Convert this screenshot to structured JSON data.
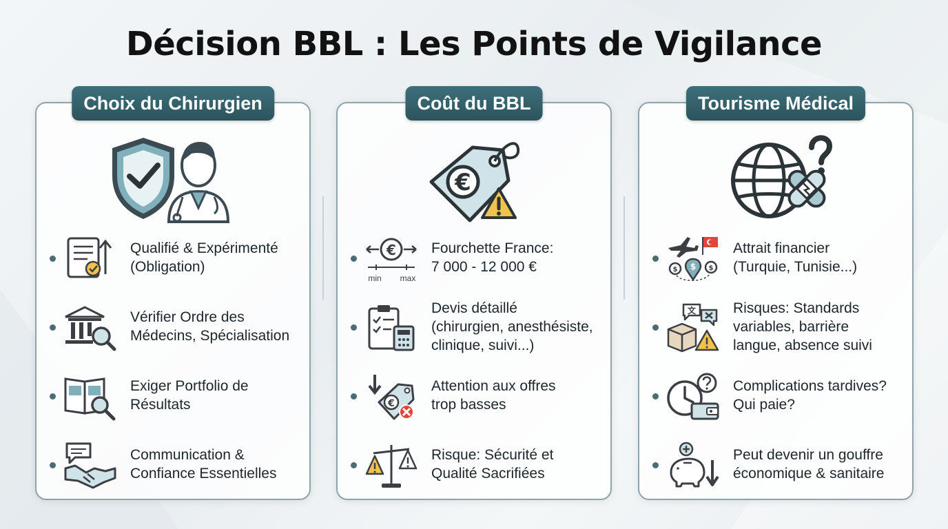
{
  "title": "Décision BBL : Les Points de Vigilance",
  "colors": {
    "header": "#2f5c66",
    "icon_stroke": "#3b3f44",
    "teal": "#7fb0bb",
    "warning": "#f2c24e",
    "danger": "#e2453a"
  },
  "columns": [
    {
      "heading": "Choix du Chirurgien",
      "hero_icons": [
        "shield-check-icon",
        "doctor-icon"
      ],
      "items": [
        {
          "icon": "certificate-icon",
          "lines": [
            "Qualifié & Expérimenté",
            "(Obligation)"
          ]
        },
        {
          "icon": "institution-search-icon",
          "lines": [
            "Vérifier Ordre des",
            "Médecins, Spécialisation"
          ]
        },
        {
          "icon": "portfolio-search-icon",
          "lines": [
            "Exiger Portfolio de",
            "Résultats"
          ]
        },
        {
          "icon": "chat-handshake-icon",
          "lines": [
            "Communication &",
            "Confiance Essentielles"
          ]
        }
      ]
    },
    {
      "heading": "Coût du BBL",
      "hero_icons": [
        "euro-price-tag-icon",
        "warning-icon"
      ],
      "items": [
        {
          "icon": "euro-range-icon",
          "icon_labels": [
            "min",
            "max"
          ],
          "lines": [
            "Fourchette France:",
            "7 000 - 12 000 €"
          ]
        },
        {
          "icon": "clipboard-calculator-icon",
          "lines": [
            "Devis détaillé",
            "(chirurgien, anesthésiste,",
            "clinique, suivi...)"
          ]
        },
        {
          "icon": "price-drop-tag-icon",
          "lines": [
            "Attention aux offres",
            "trop basses"
          ]
        },
        {
          "icon": "balance-warning-icon",
          "lines": [
            "Risque: Sécurité et",
            "Qualité Sacrifiées"
          ]
        }
      ]
    },
    {
      "heading": "Tourisme Médical",
      "hero_icons": [
        "globe-icon",
        "question-mark-icon",
        "bandage-icon"
      ],
      "items": [
        {
          "icon": "plane-money-pin-icon",
          "lines": [
            "Attrait financier",
            "(Turquie, Tunisie...)"
          ]
        },
        {
          "icon": "translate-boxes-warning-icon",
          "lines": [
            "Risques: Standards",
            "variables, barrière",
            "langue, absence suivi"
          ]
        },
        {
          "icon": "clock-wallet-question-icon",
          "lines": [
            "Complications tardives?",
            "Qui paie?"
          ]
        },
        {
          "icon": "piggy-bank-down-icon",
          "lines": [
            "Peut devenir un gouffre",
            "économique & sanitaire"
          ]
        }
      ]
    }
  ]
}
